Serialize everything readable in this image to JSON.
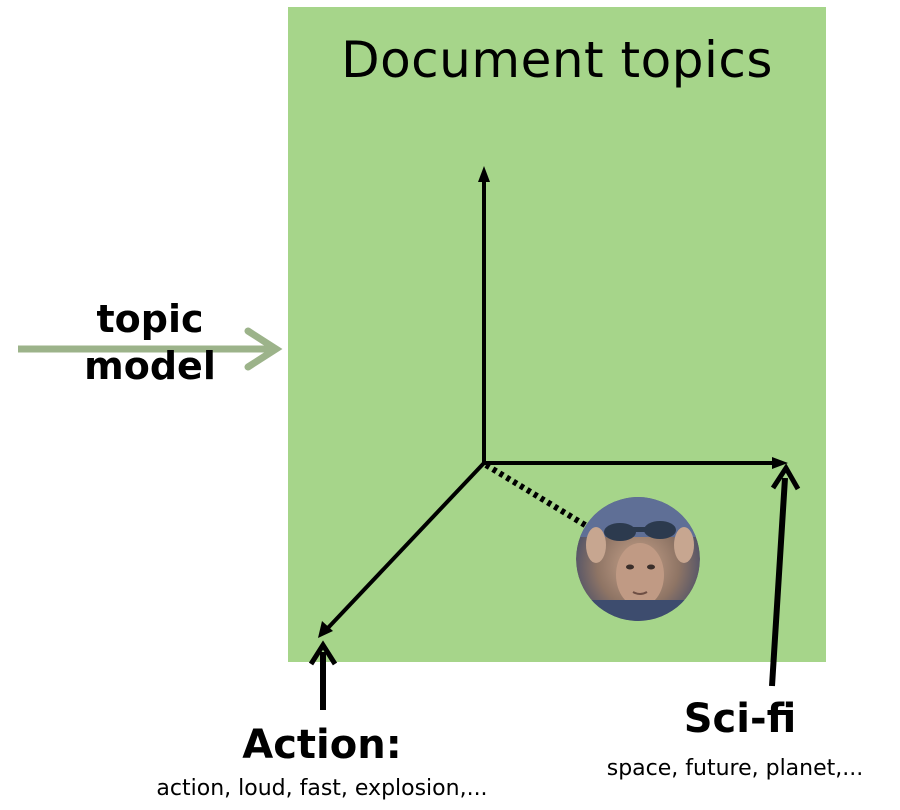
{
  "title": "Document topics",
  "input_label": [
    "topic",
    "model"
  ],
  "topics": {
    "action": {
      "name": "Action:",
      "words": "action, loud, fast, explosion,..."
    },
    "scifi": {
      "name": "Sci-fi",
      "words": "space, future, planet,..."
    }
  },
  "colors": {
    "panel": "#a6d58a",
    "input_arrow": "#9cb38a",
    "axes": "#000000"
  },
  "icons": {
    "avatar": "person-goggles-portrait"
  }
}
